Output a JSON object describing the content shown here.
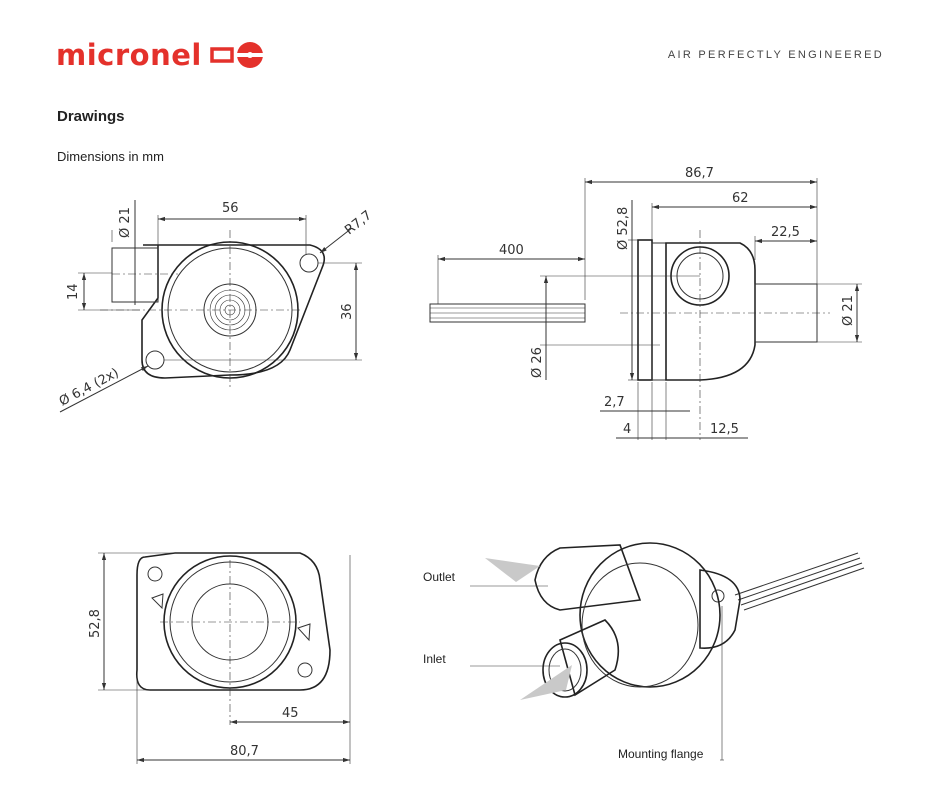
{
  "brand": {
    "name": "micronel",
    "tagline": "AIR PERFECTLY ENGINEERED",
    "color": "#e4312b"
  },
  "heading": "Drawings",
  "subheading": "Dimensions in mm",
  "views": {
    "front": {
      "dim_diameter": "Ø 21",
      "dim_width": "56",
      "dim_radius": "R7,7",
      "dim_offset": "14",
      "dim_hole_spacing": "36",
      "dim_holes": "Ø 6,4 (2x)"
    },
    "side": {
      "dim_overall": "86,7",
      "dim_body": "62",
      "dim_cable": "400",
      "dim_flange_dia": "Ø 52,8",
      "dim_outlet_len": "22,5",
      "dim_inlet_dia": "Ø 21",
      "dim_center": "Ø 26",
      "dim_flange_thk": "2,7",
      "dim_gap": "4",
      "dim_offset2": "12,5"
    },
    "bottom": {
      "dim_height": "52,8",
      "dim_half": "45",
      "dim_overall": "80,7"
    },
    "iso": {
      "outlet_label": "Outlet",
      "inlet_label": "Inlet",
      "flange_label": "Mounting flange"
    }
  }
}
